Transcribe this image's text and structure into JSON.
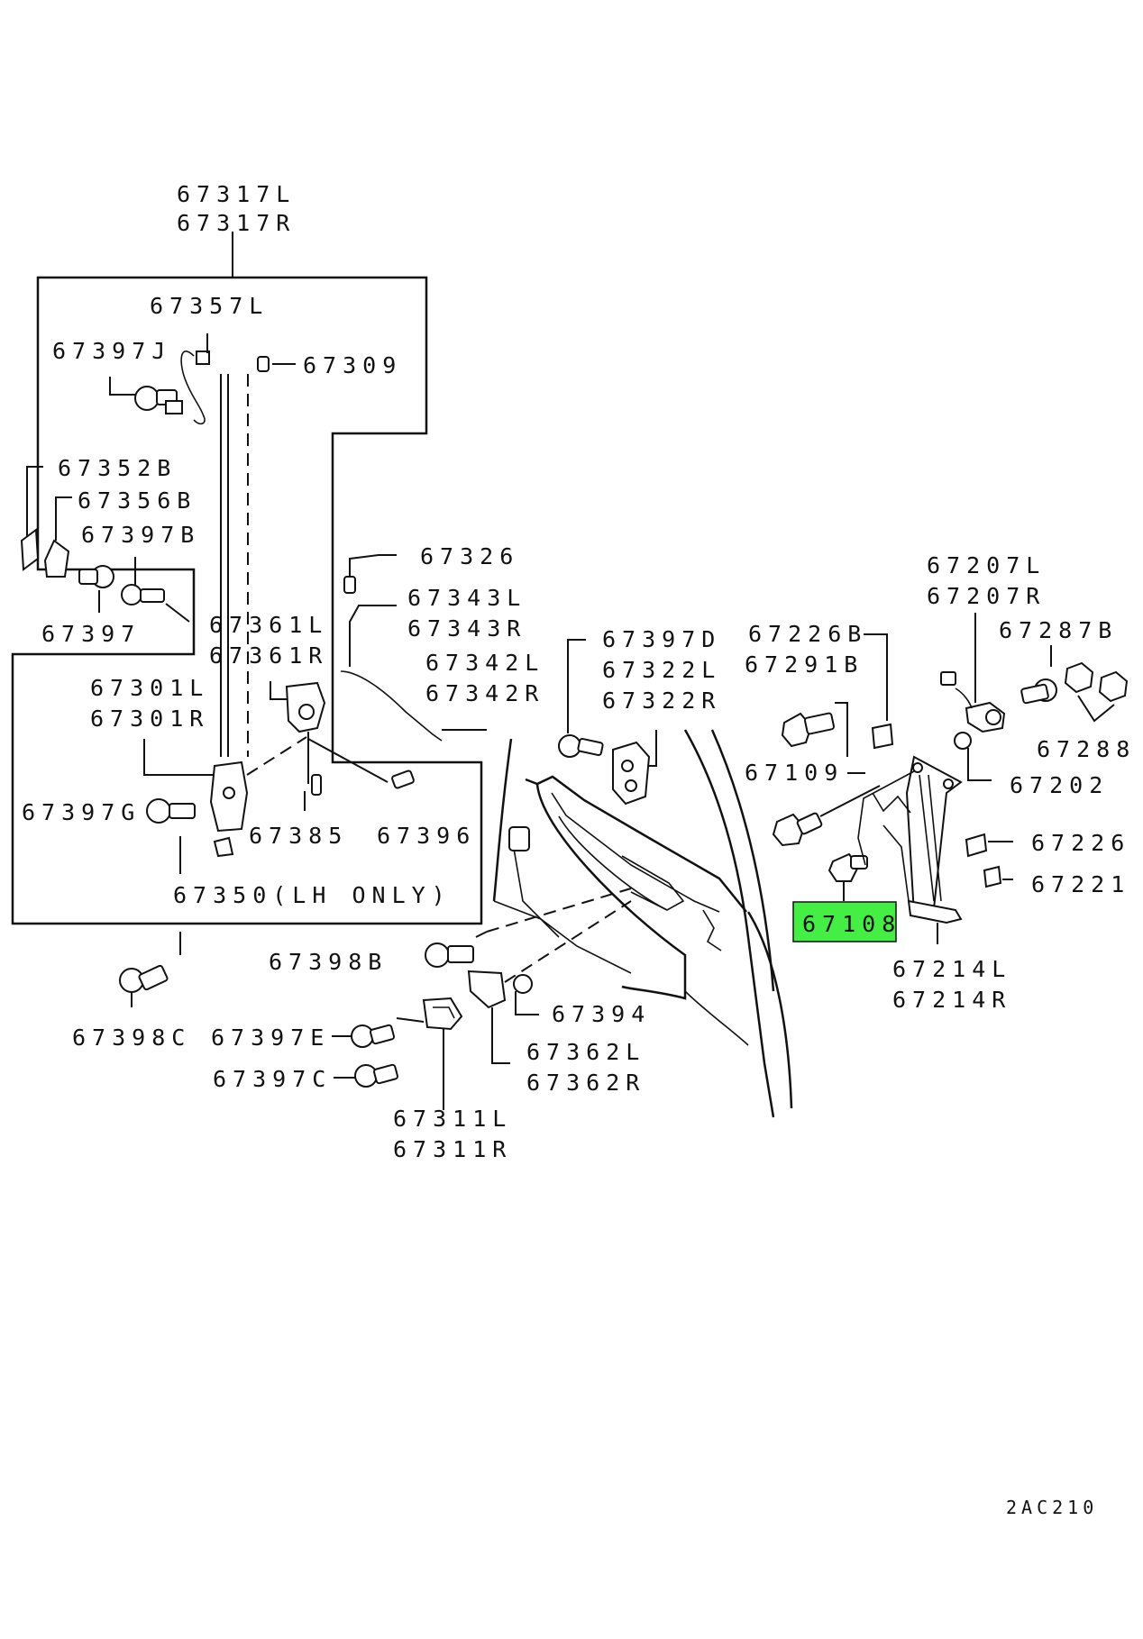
{
  "diagram": {
    "ref_code": "2AC210",
    "highlight_color": "#44ee44",
    "labels": {
      "p67317L": "67317L",
      "p67317R": "67317R",
      "p67357L": "67357L",
      "p67397J": "67397J",
      "p67309": "67309",
      "p67352B": "67352B",
      "p67356B": "67356B",
      "p67397B": "67397B",
      "p67397": "67397",
      "p67326": "67326",
      "p67343L": "67343L",
      "p67343R": "67343R",
      "p67342L": "67342L",
      "p67342R": "67342R",
      "p67361L": "67361L",
      "p67361R": "67361R",
      "p67301L": "67301L",
      "p67301R": "67301R",
      "p67397G": "67397G",
      "p67385": "67385",
      "p67396": "67396",
      "p67350": "67350(LH ONLY)",
      "p67398B": "67398B",
      "p67398C": "67398C",
      "p67397E": "67397E",
      "p67397C": "67397C",
      "p67311L": "67311L",
      "p67311R": "67311R",
      "p67394": "67394",
      "p67362L": "67362L",
      "p67362R": "67362R",
      "p67397D": "67397D",
      "p67322L": "67322L",
      "p67322R": "67322R",
      "p67226B": "67226B",
      "p67291B": "67291B",
      "p67109": "67109",
      "p67108": "67108",
      "p67207L": "67207L",
      "p67207R": "67207R",
      "p67287B": "67287B",
      "p67288": "67288",
      "p67202": "67202",
      "p67226": "67226",
      "p67221": "67221",
      "p67214L": "67214L",
      "p67214R": "67214R"
    }
  }
}
